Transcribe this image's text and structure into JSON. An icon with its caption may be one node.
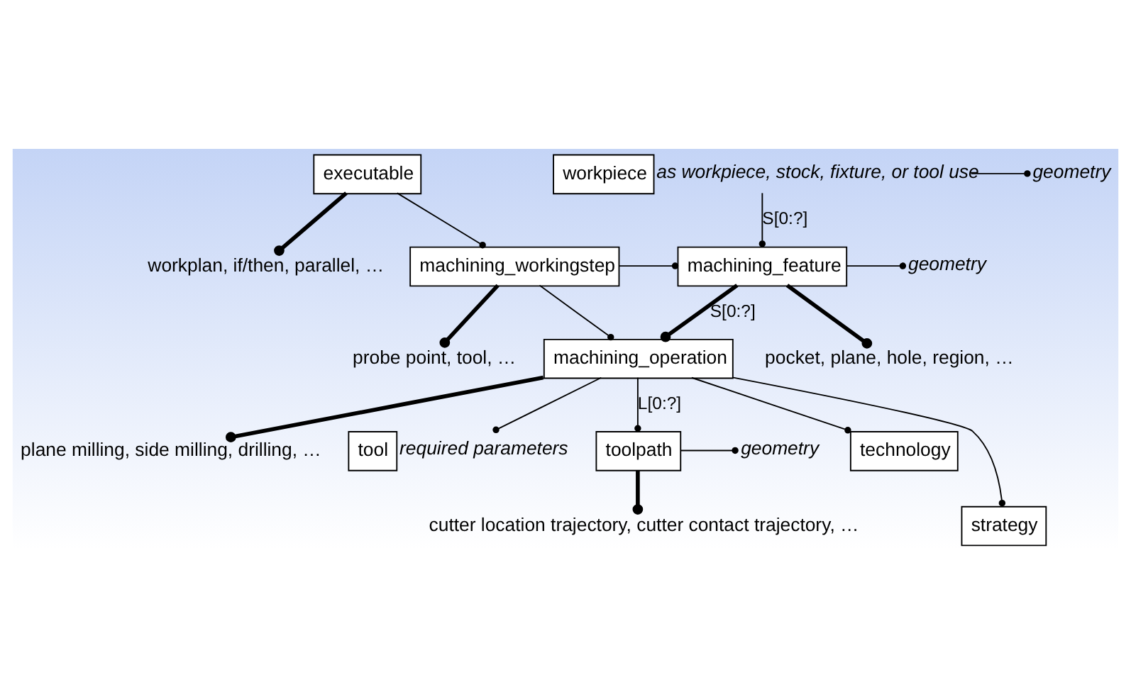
{
  "diagram": {
    "nodes": [
      {
        "text": [
          "geometry"
        ]
      },
      {
        "text": [
          "workpiece"
        ],
        "beside": [
          "as workpiece, stock, fixture, or tool use"
        ]
      },
      {
        "text": [
          "executable"
        ]
      },
      {
        "text": [
          "workplan, if/then, parallel, …"
        ]
      },
      {
        "text": [
          "geometry"
        ]
      },
      {
        "text": [
          "machining_feature"
        ]
      },
      {
        "text": [
          "machining_workingstep"
        ]
      },
      {
        "text": [
          "pocket, plane, hole, region, …"
        ]
      },
      {
        "text": [
          "probe point, tool, …"
        ]
      },
      {
        "text": [
          "machining_operation"
        ]
      },
      {
        "text": [
          "plane milling, side milling, drilling, …"
        ]
      },
      {
        "text": [
          "tool"
        ],
        "beside": [
          "required parameters"
        ]
      },
      {
        "text": [
          "geometry"
        ]
      },
      {
        "text": [
          "toolpath"
        ]
      },
      {
        "text": [
          "technology"
        ]
      },
      {
        "text": [
          "cutter location trajectory, cutter contact trajectory, …"
        ]
      },
      {
        "text": [
          "strategy"
        ]
      }
    ],
    "edges": [
      {
        "from": 1,
        "to": 0,
        "arrow": "other"
      },
      {
        "from": 1,
        "to": 5,
        "arrow": "other",
        "label": "S[0:?]"
      },
      {
        "from": 2,
        "to": 3,
        "arrow": "other",
        "style": "thick"
      },
      {
        "from": 2,
        "to": 6,
        "arrow": "other"
      },
      {
        "from": 5,
        "to": 4,
        "arrow": "other"
      },
      {
        "from": 6,
        "to": 5,
        "arrow": "other"
      },
      {
        "from": 5,
        "to": 7,
        "arrow": "other",
        "style": "thick"
      },
      {
        "from": 6,
        "to": 8,
        "arrow": "other",
        "style": "thick"
      },
      {
        "from": 5,
        "to": 9,
        "arrow": "other",
        "style": "thick",
        "label": "S[0:?]"
      },
      {
        "from": 6,
        "to": 9,
        "arrow": "other"
      },
      {
        "from": 9,
        "to": 10,
        "arrow": "other",
        "style": "thick"
      },
      {
        "from": 9,
        "to": 13,
        "arrow": "other",
        "label": "L[0:?]"
      },
      {
        "from": 9,
        "to": 11,
        "arrow": "other"
      },
      {
        "from": 9,
        "to": 14,
        "arrow": "other"
      },
      {
        "from": 9,
        "to": 16,
        "arrow": "other"
      },
      {
        "from": 13,
        "to": 12,
        "arrow": "other"
      },
      {
        "from": 13,
        "to": 15,
        "arrow": "other",
        "style": "thick"
      }
    ]
  }
}
